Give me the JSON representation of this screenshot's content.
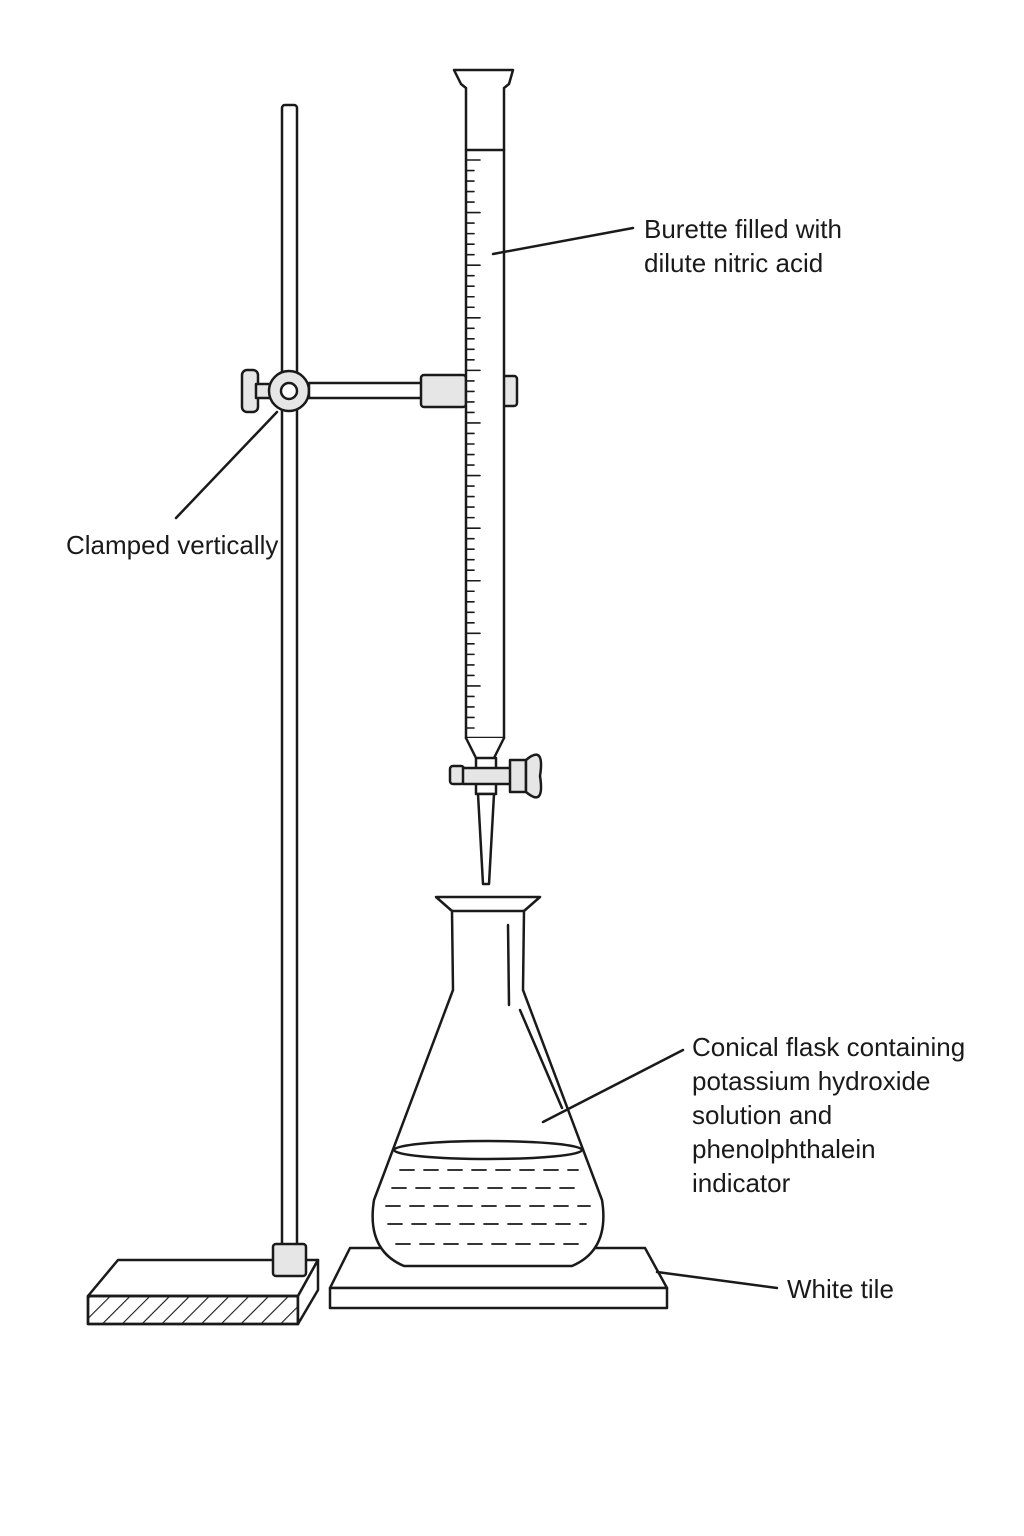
{
  "labels": {
    "burette": [
      "Burette filled with",
      "dilute nitric acid"
    ],
    "clamp": [
      "Clamped vertically"
    ],
    "flask": [
      "Conical flask containing",
      "potassium hydroxide",
      "solution and",
      "phenolphthalein",
      "indicator"
    ],
    "tile": [
      "White tile"
    ]
  },
  "colors": {
    "line": "#1a1a1a",
    "background": "#ffffff",
    "clamp_fill": "#e6e6e6"
  }
}
